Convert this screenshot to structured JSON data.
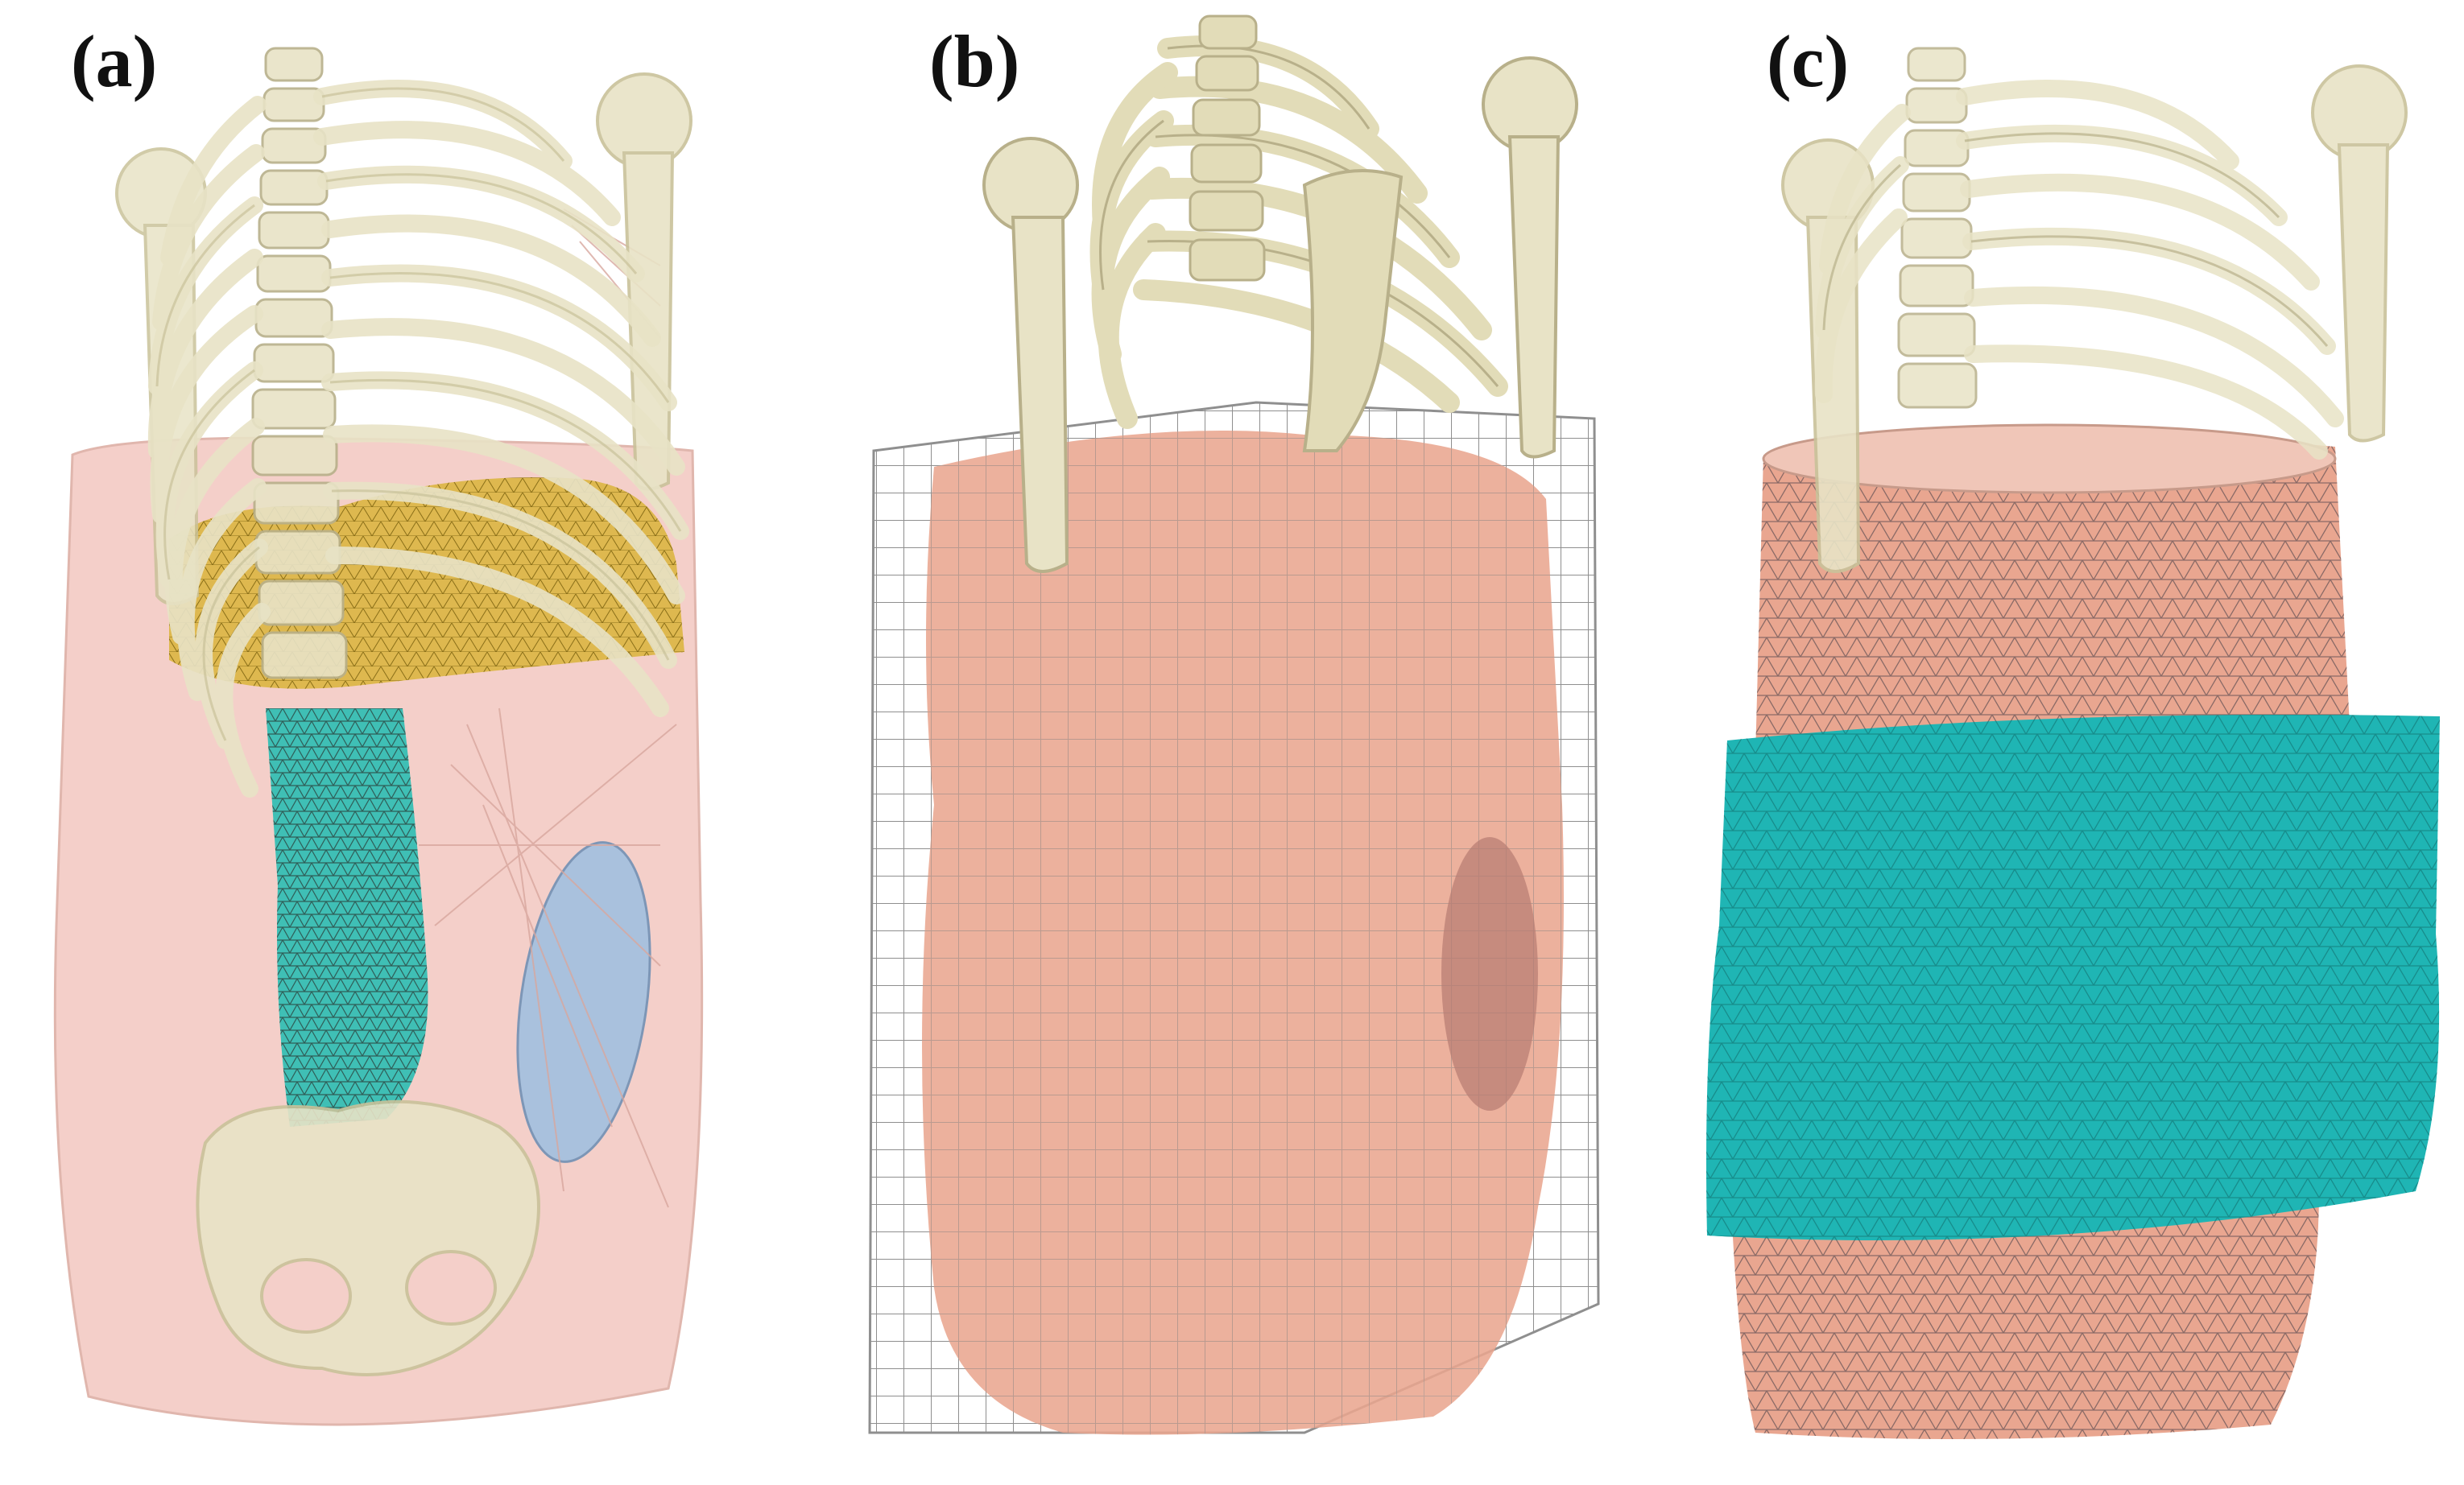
{
  "panels": [
    {
      "label": "(a)"
    },
    {
      "label": "(b)"
    },
    {
      "label": "(c)"
    }
  ],
  "colors": {
    "skin_transparent": "#f4cfc9",
    "skin_mesh": "#e9a690",
    "bone": "#e8e3c6",
    "bone_shadow": "#c9c29a",
    "liver": "#d9b43a",
    "colon_mesh": "#3fbfb5",
    "kidney": "#a9c1dd",
    "belt": "#1fb5b4",
    "grid": "#9a9a9a",
    "mesh_line": "#8a6a66"
  }
}
